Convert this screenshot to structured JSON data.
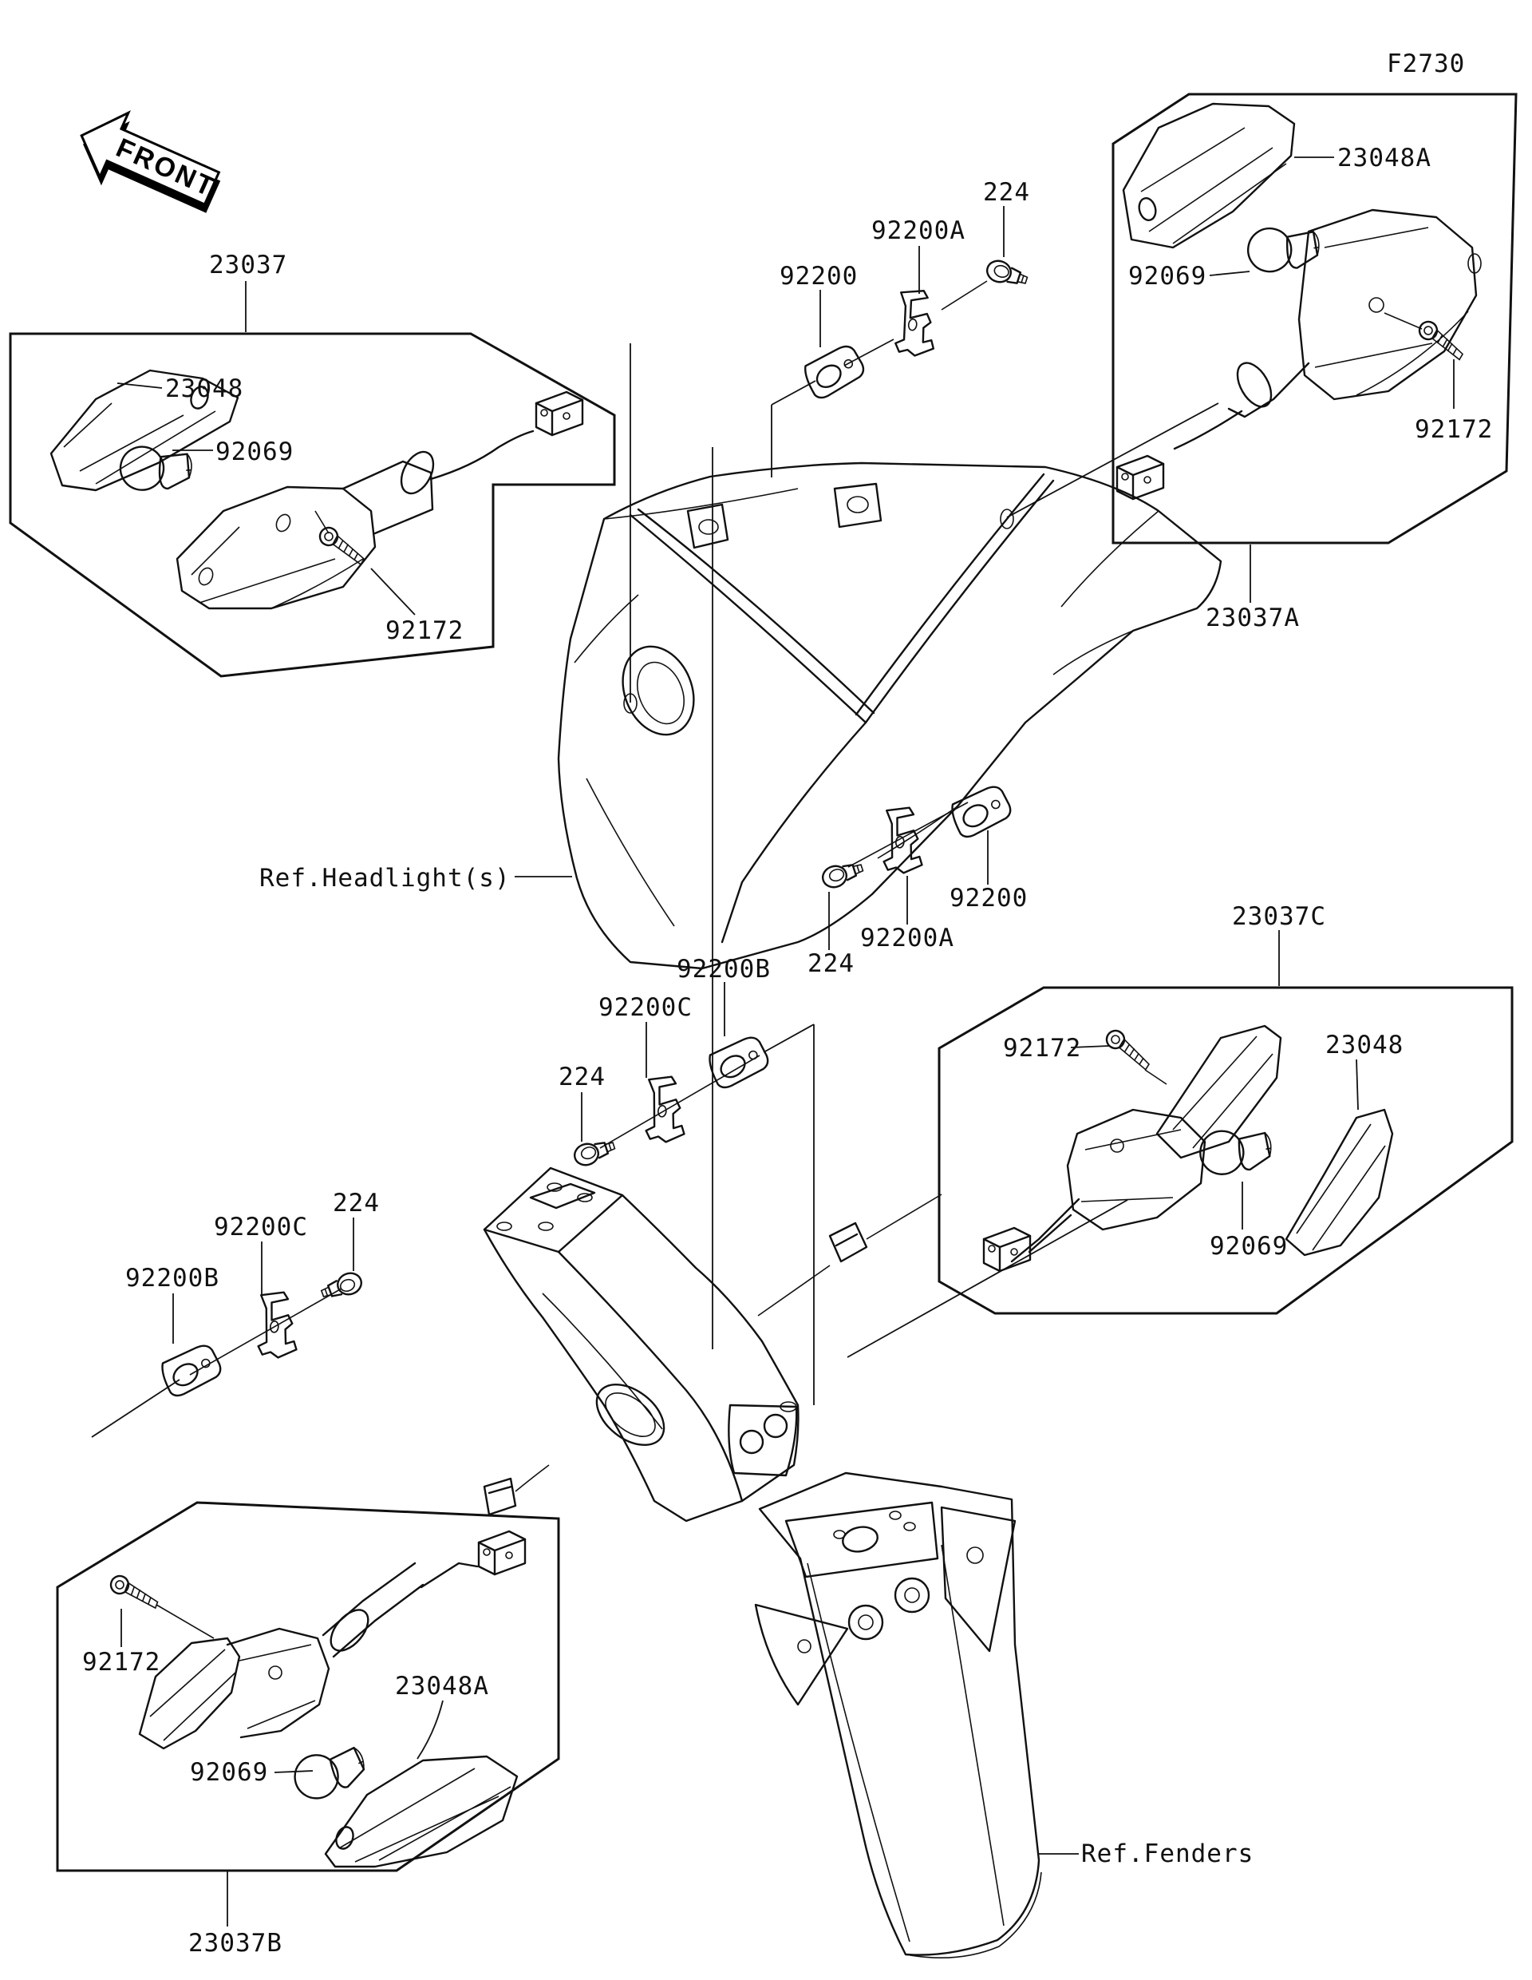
{
  "page_code": "F2730",
  "front_marker": "FRONT",
  "references": {
    "headlight": "Ref.Headlight(s)",
    "fenders": "Ref.Fenders"
  },
  "colors": {
    "line": "#111111",
    "background": "#ffffff"
  },
  "assemblies": [
    {
      "id": "23037",
      "position": "front-left",
      "parts": [
        "23048",
        "92069",
        "92172"
      ]
    },
    {
      "id": "23037A",
      "position": "front-right",
      "parts": [
        "23048A",
        "92069",
        "92172"
      ]
    },
    {
      "id": "23037C",
      "position": "rear-right",
      "parts": [
        "23048",
        "92069",
        "92172"
      ]
    },
    {
      "id": "23037B",
      "position": "rear-left",
      "parts": [
        "23048A",
        "92069",
        "92172"
      ]
    }
  ],
  "labels": [
    {
      "id": "l-23037",
      "text": "23037"
    },
    {
      "id": "l-23048-fl",
      "text": "23048"
    },
    {
      "id": "l-92069-fl",
      "text": "92069"
    },
    {
      "id": "l-92172-fl",
      "text": "92172"
    },
    {
      "id": "l-92200-top",
      "text": "92200"
    },
    {
      "id": "l-92200A-top",
      "text": "92200A"
    },
    {
      "id": "l-224-top",
      "text": "224"
    },
    {
      "id": "l-23048A-fr",
      "text": "23048A"
    },
    {
      "id": "l-92069-fr",
      "text": "92069"
    },
    {
      "id": "l-92172-fr",
      "text": "92172"
    },
    {
      "id": "l-23037A",
      "text": "23037A"
    },
    {
      "id": "l-ref-headlight",
      "text": "Ref.Headlight(s)"
    },
    {
      "id": "l-92200-mid",
      "text": "92200"
    },
    {
      "id": "l-92200A-mid",
      "text": "92200A"
    },
    {
      "id": "l-224-mid",
      "text": "224"
    },
    {
      "id": "l-23037C",
      "text": "23037C"
    },
    {
      "id": "l-92172-rr",
      "text": "92172"
    },
    {
      "id": "l-23048-rr",
      "text": "23048"
    },
    {
      "id": "l-92069-rr",
      "text": "92069"
    },
    {
      "id": "l-92200B-c",
      "text": "92200B"
    },
    {
      "id": "l-92200C-c",
      "text": "92200C"
    },
    {
      "id": "l-224-c",
      "text": "224"
    },
    {
      "id": "l-92200C-l",
      "text": "92200C"
    },
    {
      "id": "l-92200B-l",
      "text": "92200B"
    },
    {
      "id": "l-224-l",
      "text": "224"
    },
    {
      "id": "l-92172-rl",
      "text": "92172"
    },
    {
      "id": "l-23048A-rl",
      "text": "23048A"
    },
    {
      "id": "l-92069-rl",
      "text": "92069"
    },
    {
      "id": "l-23037B",
      "text": "23037B"
    },
    {
      "id": "l-ref-fenders",
      "text": "Ref.Fenders"
    }
  ]
}
